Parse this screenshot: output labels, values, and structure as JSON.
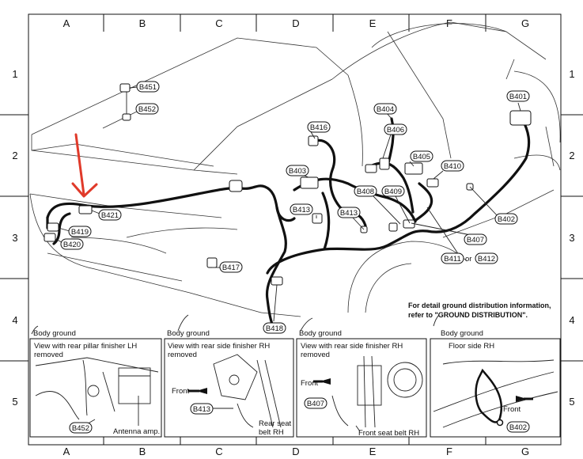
{
  "grid": {
    "columns": [
      "A",
      "B",
      "C",
      "D",
      "E",
      "F",
      "G"
    ],
    "rows": [
      "1",
      "2",
      "3",
      "4",
      "5"
    ]
  },
  "labels": {
    "b451": "B451",
    "b452": "B452",
    "b416": "B416",
    "b404": "B404",
    "b406": "B406",
    "b401": "B401",
    "b405": "B405",
    "b410": "B410",
    "b403": "B403",
    "b408": "B408",
    "b409": "B409",
    "b413a": "B413",
    "b413b": "B413",
    "b421": "B421",
    "b419": "B419",
    "b420": "B420",
    "b402": "B402",
    "b407": "B407",
    "b411": "B411",
    "or": "or",
    "b412": "B412",
    "b417": "B417",
    "b418": "B418"
  },
  "note": {
    "line1": "For detail ground distribution information,",
    "line2": "refer to \"GROUND DISTRIBUTION\"."
  },
  "insets": [
    {
      "caption": "Body ground",
      "line1": "View with rear pillar finisher LH",
      "line2": "removed",
      "l1": "B452",
      "l2": "Antenna amp."
    },
    {
      "caption": "Body ground",
      "line1": "View with rear side finisher RH",
      "line2": "removed",
      "front": "Front",
      "l1": "B413",
      "l2": "Rear seat",
      "l3": "belt RH"
    },
    {
      "caption": "Body ground",
      "line1": "View with rear side finisher RH",
      "line2": "removed",
      "front": "Front",
      "l1": "B407",
      "l2": "Front seat belt RH"
    },
    {
      "caption": "Body ground",
      "line1": "Floor side RH",
      "front": "Front",
      "l1": "B402"
    }
  ],
  "colors": {
    "arrow": "#e03a2a",
    "line": "#111111"
  }
}
